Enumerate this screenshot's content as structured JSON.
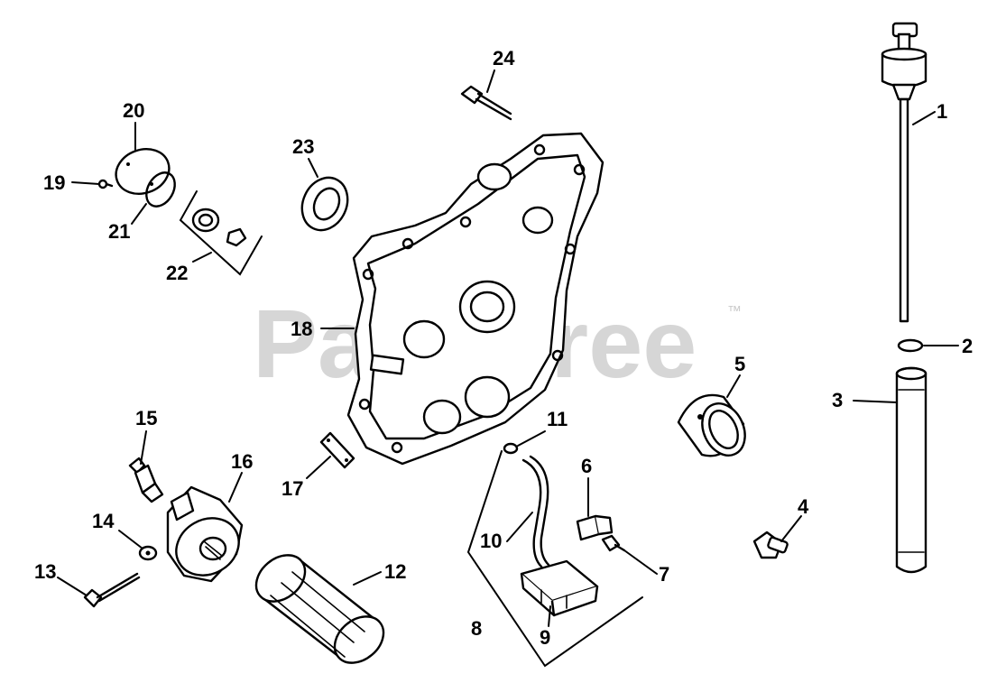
{
  "watermark": {
    "text": "PartsTree",
    "trademark": "™"
  },
  "callouts": [
    {
      "id": "1",
      "label": "1"
    },
    {
      "id": "2",
      "label": "2"
    },
    {
      "id": "3",
      "label": "3"
    },
    {
      "id": "4",
      "label": "4"
    },
    {
      "id": "5",
      "label": "5"
    },
    {
      "id": "6",
      "label": "6"
    },
    {
      "id": "7",
      "label": "7"
    },
    {
      "id": "8",
      "label": "8"
    },
    {
      "id": "9",
      "label": "9"
    },
    {
      "id": "10",
      "label": "10"
    },
    {
      "id": "11",
      "label": "11"
    },
    {
      "id": "12",
      "label": "12"
    },
    {
      "id": "13",
      "label": "13"
    },
    {
      "id": "14",
      "label": "14"
    },
    {
      "id": "15",
      "label": "15"
    },
    {
      "id": "16",
      "label": "16"
    },
    {
      "id": "17",
      "label": "17"
    },
    {
      "id": "18",
      "label": "18"
    },
    {
      "id": "19",
      "label": "19"
    },
    {
      "id": "20",
      "label": "20"
    },
    {
      "id": "21",
      "label": "21"
    },
    {
      "id": "22",
      "label": "22"
    },
    {
      "id": "23",
      "label": "23"
    },
    {
      "id": "24",
      "label": "24"
    }
  ]
}
